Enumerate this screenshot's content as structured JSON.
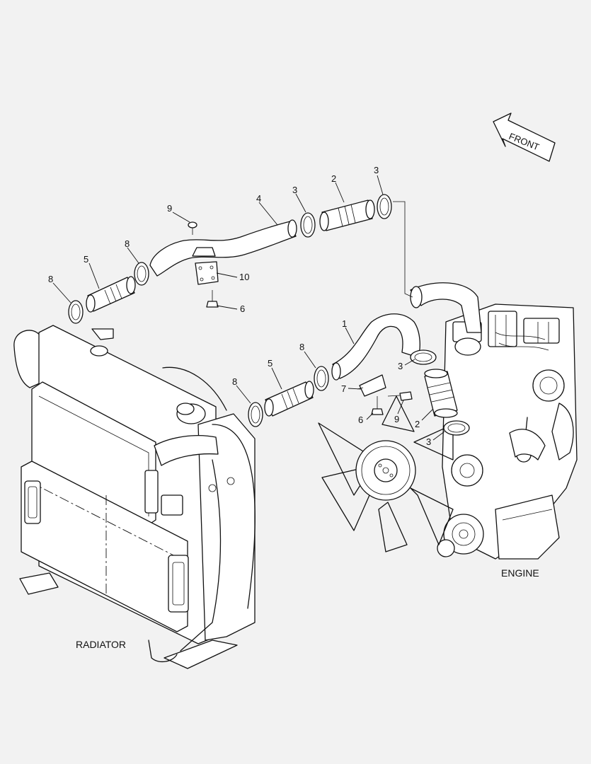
{
  "diagram": {
    "front_label": "FRONT",
    "radiator_label": "RADIATOR",
    "engine_label": "ENGINE",
    "callouts": {
      "c1": "1",
      "c2a": "2",
      "c2b": "2",
      "c3a": "3",
      "c3b": "3",
      "c3c": "3",
      "c3d": "3",
      "c4": "4",
      "c5a": "5",
      "c5b": "5",
      "c6a": "6",
      "c6b": "6",
      "c7": "7",
      "c8a": "8",
      "c8b": "8",
      "c8c": "8",
      "c8d": "8",
      "c9a": "9",
      "c9b": "9",
      "c10": "10"
    }
  },
  "colors": {
    "background": "#f2f2f2",
    "line": "#111111",
    "part_fill": "#ffffff"
  }
}
